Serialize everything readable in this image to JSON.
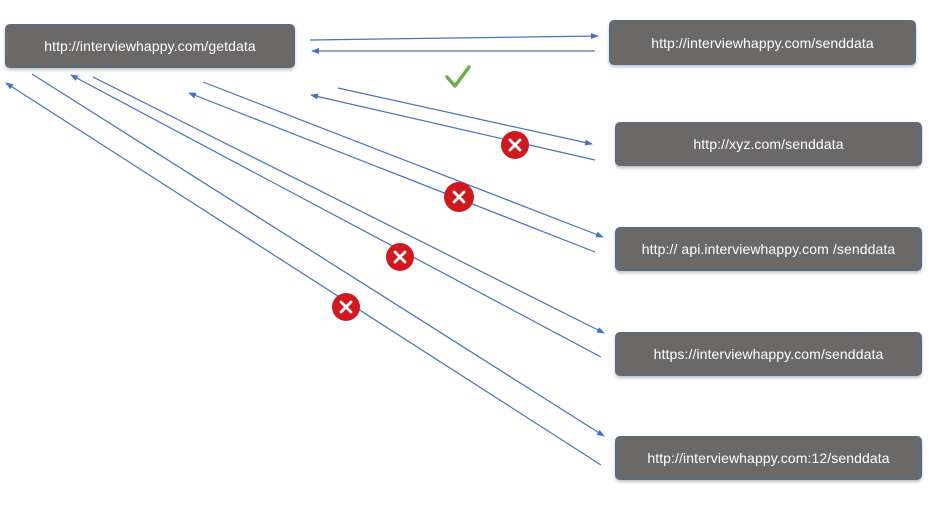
{
  "diagram": {
    "source": {
      "label": "http://interviewhappy.com/getdata"
    },
    "targets": [
      {
        "label": "http://interviewhappy.com/senddata",
        "status": "allowed",
        "icon": "check-icon"
      },
      {
        "label": "http://xyz.com/senddata",
        "status": "blocked",
        "icon": "cross-icon"
      },
      {
        "label": "http:// api.interviewhappy.com /senddata",
        "status": "blocked",
        "icon": "cross-icon"
      },
      {
        "label": "https://interviewhappy.com/senddata",
        "status": "blocked",
        "icon": "cross-icon"
      },
      {
        "label": "http://interviewhappy.com:12/senddata",
        "status": "blocked",
        "icon": "cross-icon"
      }
    ],
    "colors": {
      "box_fill": "#6b6868",
      "box_border": "#4f6e96",
      "box_text": "#ffffff",
      "arrow": "#4472c4",
      "check": "#70ad47",
      "cross": "#d0181f"
    }
  }
}
